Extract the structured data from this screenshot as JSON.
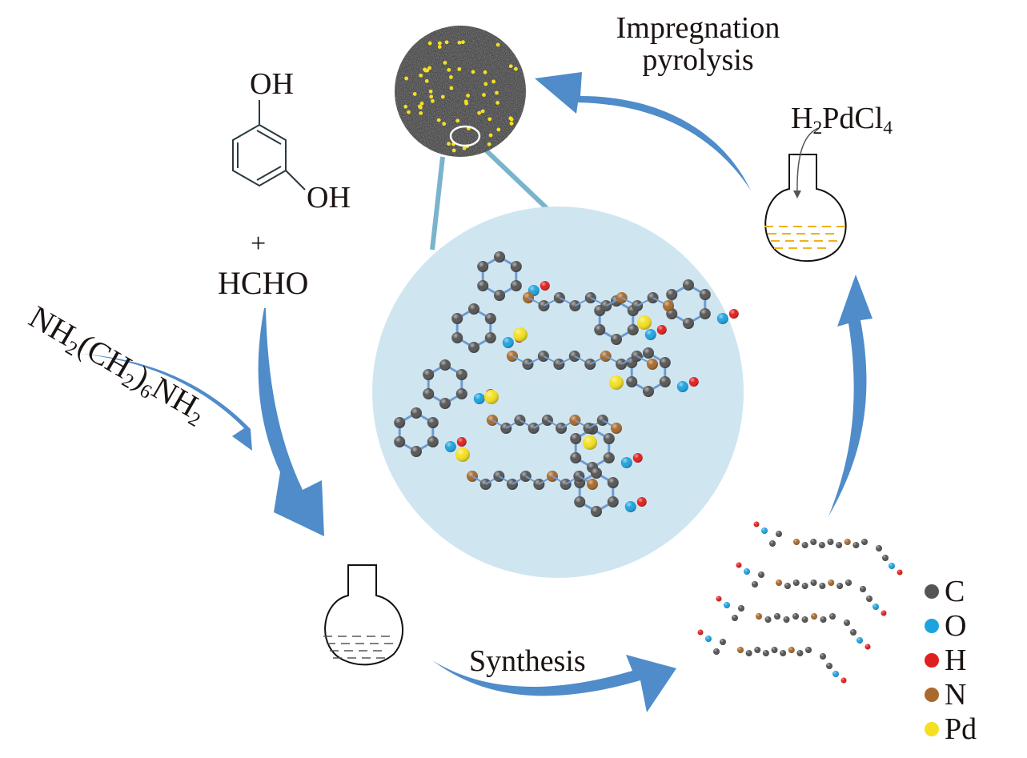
{
  "figure": {
    "type": "synthesis-cycle-schematic",
    "arrow_color": "#4f8cc9",
    "connector_color": "#7ab4cc",
    "magnified_bg": "#cfe6f1"
  },
  "reactants": {
    "resorcinol_substituent_top": "OH",
    "resorcinol_substituent_bottom": "OH",
    "plus": "+",
    "aldehyde": "HCHO",
    "amine": {
      "parts": [
        "NH",
        "2",
        "(CH",
        "2",
        ")",
        "6",
        "NH",
        "2"
      ]
    }
  },
  "steps": {
    "synthesis_label": "Synthesis",
    "impregnation_label_line1": "Impregnation",
    "impregnation_label_line2": "pyrolysis",
    "precursor": {
      "parts": [
        "H",
        "2",
        "PdCl",
        "4"
      ]
    }
  },
  "flasks": [
    {
      "name": "reaction-flask",
      "liquid_color": "#555555"
    },
    {
      "name": "impregnation-flask",
      "liquid_color": "#f0b020"
    }
  ],
  "legend": {
    "items": [
      {
        "label": "C",
        "color": "#555555"
      },
      {
        "label": "O",
        "color": "#1fa3e0"
      },
      {
        "label": "H",
        "color": "#e02020"
      },
      {
        "label": "N",
        "color": "#a86a2e"
      },
      {
        "label": "Pd",
        "color": "#f4e020"
      }
    ]
  },
  "atom_colors": {
    "C": "#555555",
    "O": "#1fa3e0",
    "H": "#e02020",
    "N": "#a86a2e",
    "Pd": "#f4e020",
    "bond": "#6f9ad0"
  }
}
